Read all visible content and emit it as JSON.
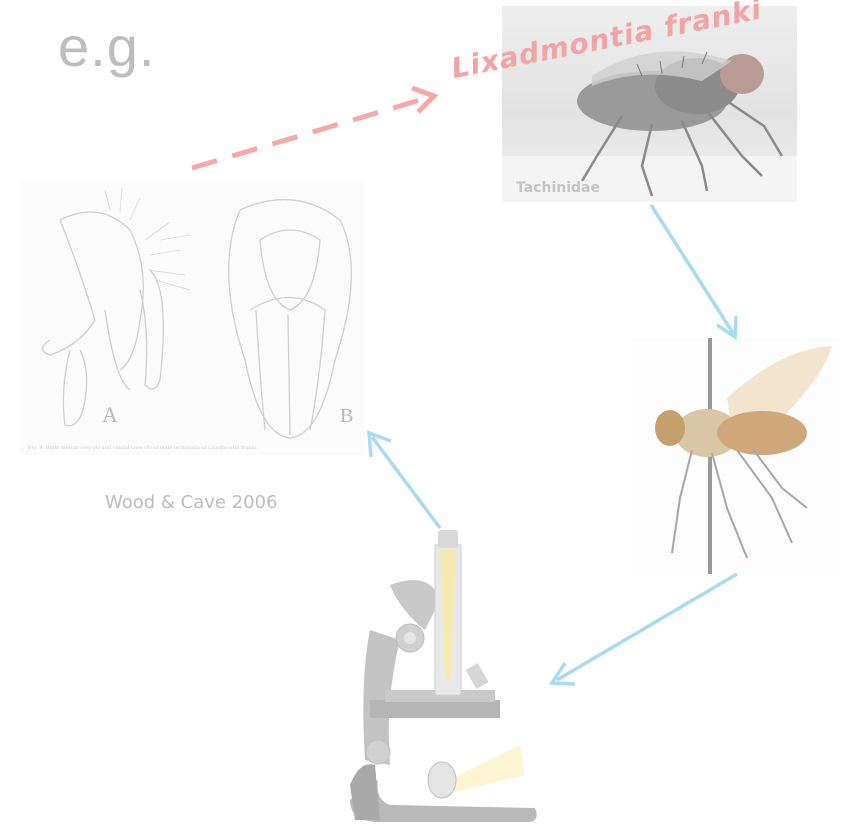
{
  "heading": "e.g.",
  "species_name": "Lixadmontia franki",
  "photo": {
    "family_label": "Tachinidae"
  },
  "drawing": {
    "panel_a_label": "A",
    "panel_b_label": "B",
    "caption": "Fig. 4. Right lateral view (A) and caudal view (B) of male terminalia of Lixadmontia franki."
  },
  "citation": "Wood & Cave 2006",
  "colors": {
    "dashed_arrow": "#f4a9a8",
    "flow_arrows": "#a6dcf0",
    "species_text": "#f2a3a3",
    "muted_text": "#bdbdbd"
  },
  "icons": [
    "fly-photo",
    "pinned-fly-specimen",
    "microscope",
    "genitalia-drawing"
  ]
}
